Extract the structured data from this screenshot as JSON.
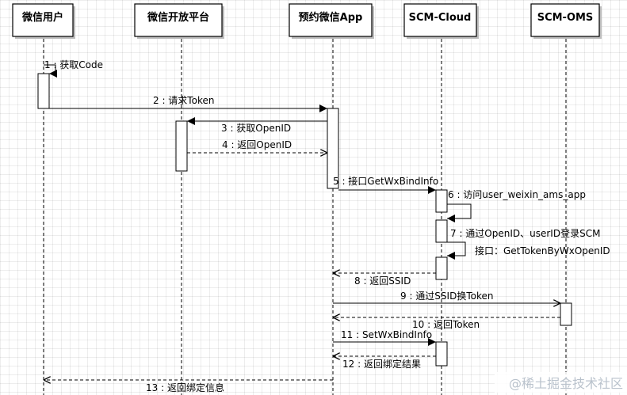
{
  "participants": [
    {
      "id": "user",
      "label": "微信用户"
    },
    {
      "id": "open",
      "label": "微信开放平台"
    },
    {
      "id": "app",
      "label": "预约微信App"
    },
    {
      "id": "cloud",
      "label": "SCM-Cloud"
    },
    {
      "id": "oms",
      "label": "SCM-OMS"
    }
  ],
  "messages": [
    {
      "id": "m1",
      "label": "1 : 获取Code"
    },
    {
      "id": "m2",
      "label": "2 : 请求Token"
    },
    {
      "id": "m3",
      "label": "3 : 获取OpenID"
    },
    {
      "id": "m4",
      "label": "4 : 返回OpenID"
    },
    {
      "id": "m5",
      "label": "5 : 接口GetWxBindInfo"
    },
    {
      "id": "m6",
      "label": "6 : 访问user_weixin_ams_app"
    },
    {
      "id": "m7",
      "label": "7 : 通过OpenID、userID登录SCM"
    },
    {
      "id": "m7b",
      "label": "接口：GetTokenByWxOpenID"
    },
    {
      "id": "m8",
      "label": "8 : 返回SSID"
    },
    {
      "id": "m9",
      "label": "9 : 通过SSID换Token"
    },
    {
      "id": "m10",
      "label": "10 : 返回Token"
    },
    {
      "id": "m11",
      "label": "11 : SetWxBindInfo"
    },
    {
      "id": "m12",
      "label": "12 : 返回绑定结果"
    },
    {
      "id": "m13",
      "label": "13 : 返回绑定信息"
    }
  ],
  "watermark": "@稀土掘金技术社区"
}
